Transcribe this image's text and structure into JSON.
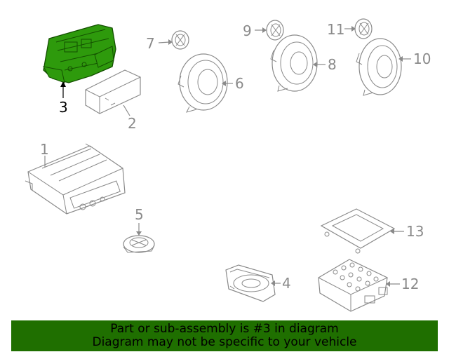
{
  "diagram": {
    "highlight_color": "#2e9a0c",
    "line_color": "#8a8a8a",
    "callouts": {
      "c1": "1",
      "c2": "2",
      "c3": "3",
      "c4": "4",
      "c5": "5",
      "c6": "6",
      "c7": "7",
      "c8": "8",
      "c9": "9",
      "c10": "10",
      "c11": "11",
      "c12": "12",
      "c13": "13"
    },
    "highlighted_part": "3"
  },
  "banner": {
    "line1": "Part or sub-assembly is #3 in diagram",
    "line2": "Diagram may not be specific to your vehicle",
    "background": "#1f6f00"
  }
}
